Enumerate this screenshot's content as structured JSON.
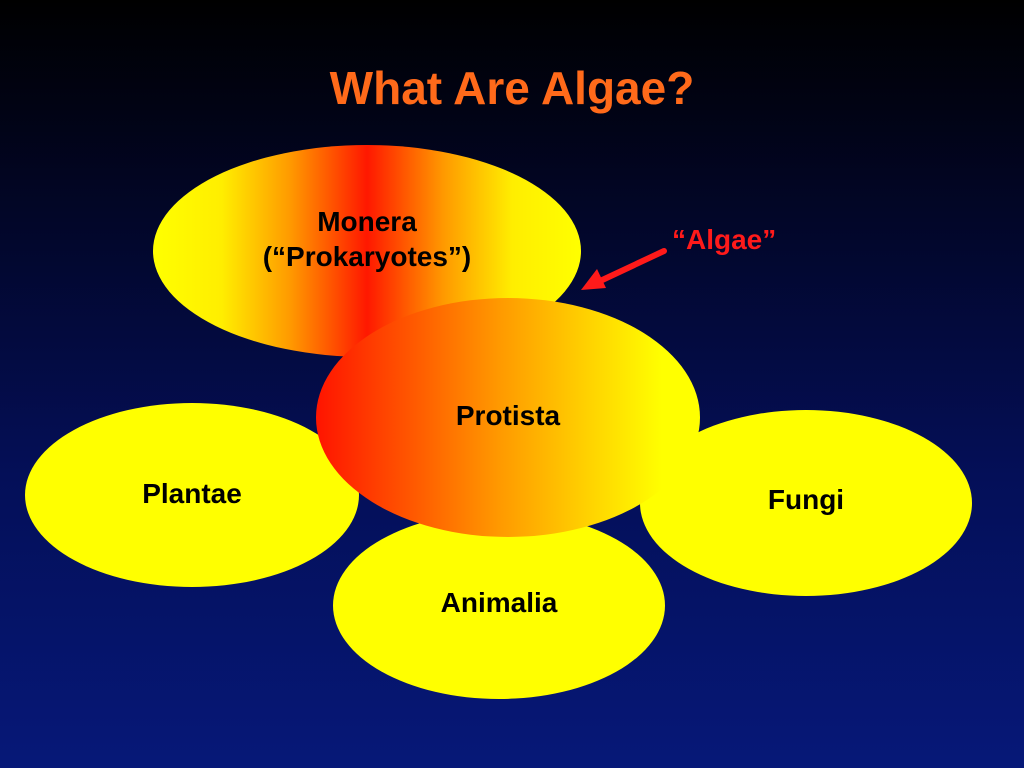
{
  "title": "What Are Algae?",
  "kingdoms": {
    "monera": {
      "line1": "Monera",
      "line2": "(“Prokaryotes”)"
    },
    "plantae": "Plantae",
    "protista": "Protista",
    "fungi": "Fungi",
    "animalia": "Animalia"
  },
  "annotation": {
    "label": "“Algae”",
    "points_to": "Protista"
  },
  "colors": {
    "title": "#ff6a1a",
    "ellipse_fill": "#ffff00",
    "gradient_hot": "#ff1800",
    "annotation": "#ff1a1a",
    "background": "#040f58"
  }
}
